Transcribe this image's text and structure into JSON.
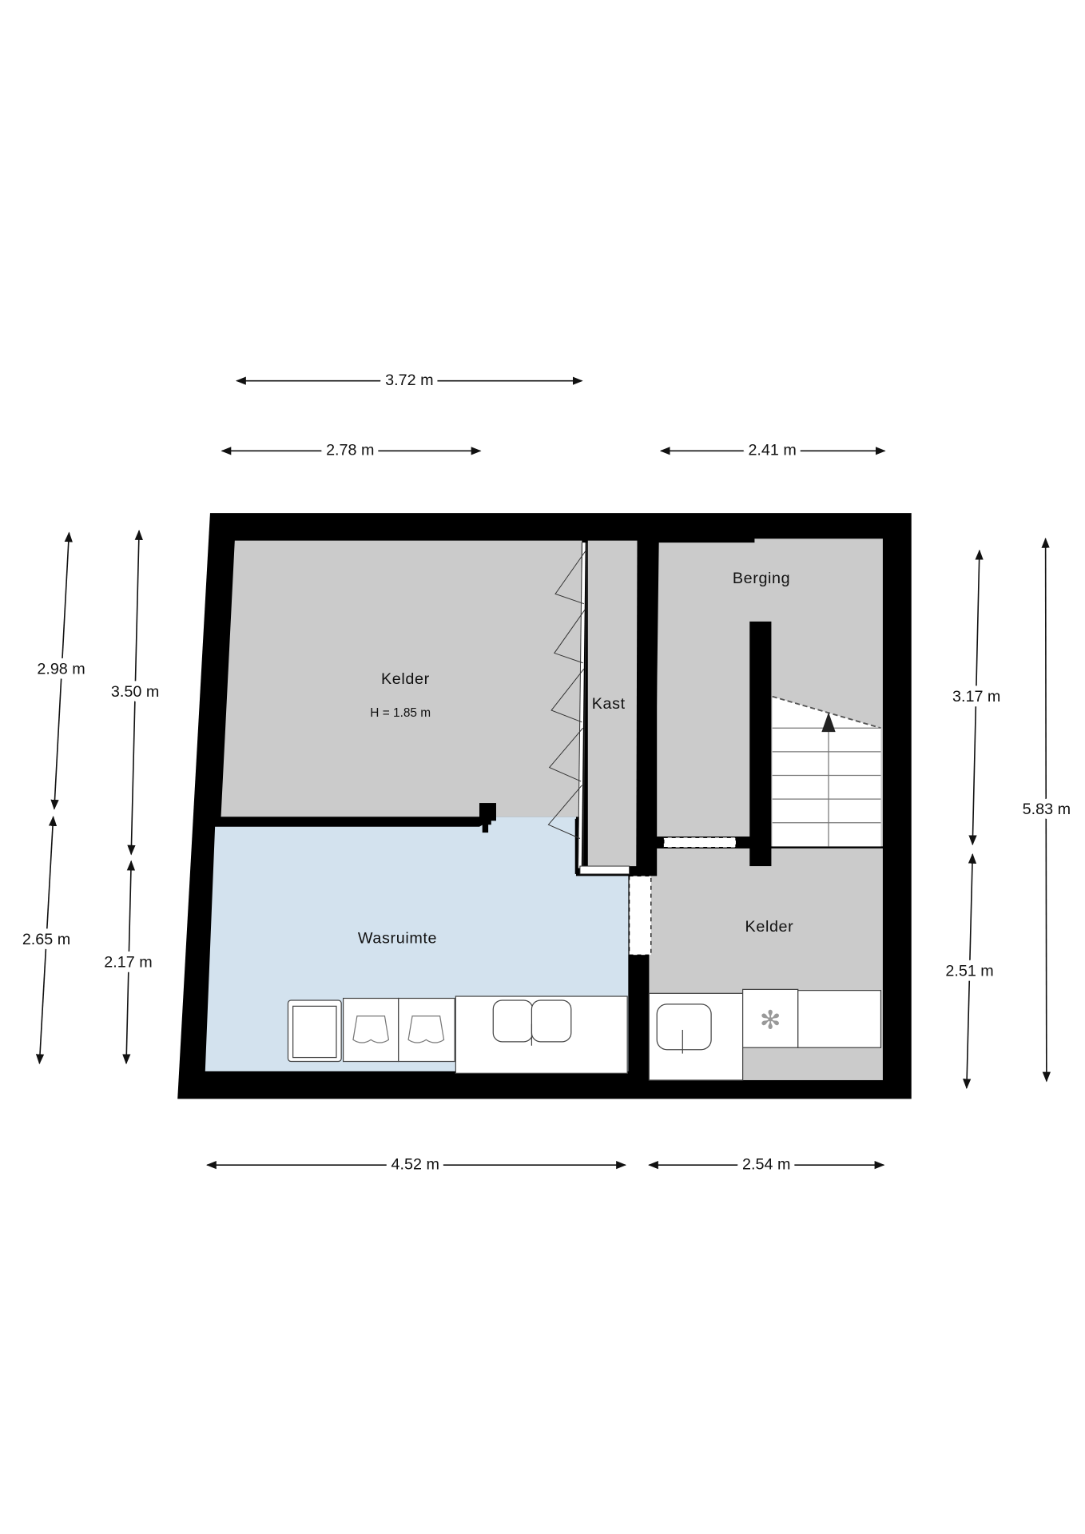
{
  "rooms": {
    "kelder_left": {
      "name": "Kelder",
      "height_note": "H = 1.85 m"
    },
    "kast": {
      "name": "Kast"
    },
    "berging": {
      "name": "Berging"
    },
    "wasruimte": {
      "name": "Wasruimte"
    },
    "kelder_right": {
      "name": "Kelder"
    }
  },
  "dimensions": {
    "top_overall": "3.72 m",
    "top_left": "2.78 m",
    "top_right": "2.41 m",
    "bottom_left": "4.52 m",
    "bottom_right": "2.54 m",
    "left_outer_upper": "2.98 m",
    "left_outer_lower": "2.65 m",
    "left_inner_upper": "3.50 m",
    "left_inner_lower": "2.17 m",
    "right_inner_upper": "3.17 m",
    "right_inner_lower": "2.51 m",
    "right_overall": "5.83 m"
  },
  "colors": {
    "wall": "#000000",
    "room_grey": "#cbcbcb",
    "wasruimte_blue": "#d3e2ee"
  }
}
